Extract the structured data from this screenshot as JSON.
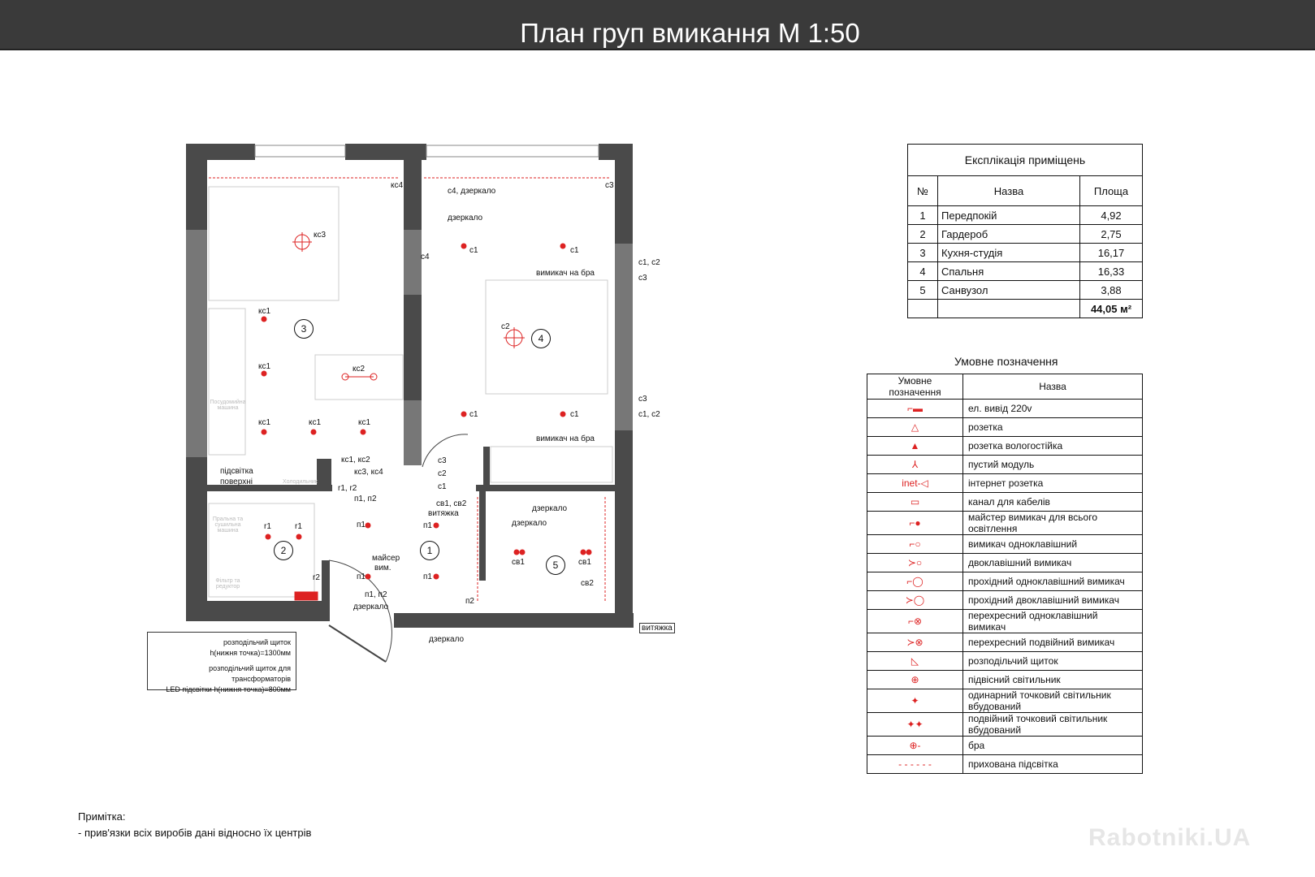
{
  "title": "План груп вмикання М 1:50",
  "plan": {
    "labels": [
      "кс4",
      "кс3",
      "кс1",
      "кс1",
      "кс1",
      "кс1",
      "кс1",
      "кс2",
      "підсвітка",
      "поверхні",
      "кс1, кс2",
      "кс3, кс4",
      "r1, r2",
      "п1, п2",
      "r1",
      "r1",
      "r2",
      "п1",
      "с4, дзеркало",
      "дзеркало",
      "с4",
      "с1",
      "с1",
      "с1",
      "с1",
      "с3",
      "вимикач на бра",
      "вимикач на бра",
      "с1, с2",
      "с3",
      "с3",
      "с1, с2",
      "с2",
      "с3",
      "с2",
      "с1",
      "св1, св2",
      "витяжка",
      "п1",
      "дзеркало",
      "дзеркало",
      "майсер",
      "вим.",
      "п1",
      "п1",
      "п1, п2",
      "дзеркало",
      "п2",
      "св1",
      "св1",
      "св2",
      "витяжка",
      "дзеркало"
    ],
    "rooms": [
      "3",
      "2",
      "4",
      "1",
      "5"
    ],
    "appliances": [
      "Посудомийна машина",
      "Холодильник",
      "Пральна та сушильна машина",
      "Фільтр та редуктор"
    ]
  },
  "panel_note": {
    "line1": "розподільчий щиток",
    "line2": "h(нижня точка)=1300мм",
    "line3": "розподільчий щиток для трансформаторів",
    "line4": "LED підсвітки h(нижня точка)=800мм"
  },
  "explication": {
    "title": "Експлікація приміщень",
    "headers": [
      "№",
      "Назва",
      "Площа"
    ],
    "rows": [
      [
        "1",
        "Передпокій",
        "4,92"
      ],
      [
        "2",
        "Гардероб",
        "2,75"
      ],
      [
        "3",
        "Кухня-студія",
        "16,17"
      ],
      [
        "4",
        "Спальня",
        "16,33"
      ],
      [
        "5",
        "Санвузол",
        "3,88"
      ]
    ],
    "total": "44,05 м²"
  },
  "legend": {
    "title": "Умовне позначення",
    "headers": [
      "Умовне позначення",
      "Назва"
    ],
    "items": [
      [
        "ел. вивід 220v",
        "outlet-220v-icon"
      ],
      [
        "розетка",
        "socket-icon"
      ],
      [
        "розетка вологостійка",
        "moisture-socket-icon"
      ],
      [
        "пустий модуль",
        "empty-module-icon"
      ],
      [
        "інтернет розетка",
        "internet-socket-icon"
      ],
      [
        "канал для кабелів",
        "cable-channel-icon"
      ],
      [
        "майстер вимикач для всього освітлення",
        "master-switch-icon"
      ],
      [
        "вимикач одноклавішний",
        "single-switch-icon"
      ],
      [
        "двоклавішний вимикач",
        "double-switch-icon"
      ],
      [
        "прохідний одноклавішний вимикач",
        "pass-single-switch-icon"
      ],
      [
        "прохідний двоклавішний вимикач",
        "pass-double-switch-icon"
      ],
      [
        "перехресний одноклавішний вимикач",
        "cross-single-switch-icon"
      ],
      [
        "перехресний подвійний вимикач",
        "cross-double-switch-icon"
      ],
      [
        "розподільчий щиток",
        "distribution-board-icon"
      ],
      [
        "підвісний світильник",
        "pendant-lamp-icon"
      ],
      [
        "одинарний точковий світильник вбудований",
        "single-spotlight-icon"
      ],
      [
        "подвійний точковий світильник вбудований",
        "double-spotlight-icon"
      ],
      [
        "бра",
        "sconce-icon"
      ],
      [
        "прихована підсвітка",
        "hidden-lighting-icon"
      ]
    ]
  },
  "note": {
    "title": "Примітка:",
    "text": "- прив'язки всіх виробів дані відносно їх центрів"
  },
  "watermark": "Rabotniki.UA",
  "colors": {
    "accent": "#d22222",
    "wall": "#4a4a4a",
    "header": "#3a3a3a"
  }
}
